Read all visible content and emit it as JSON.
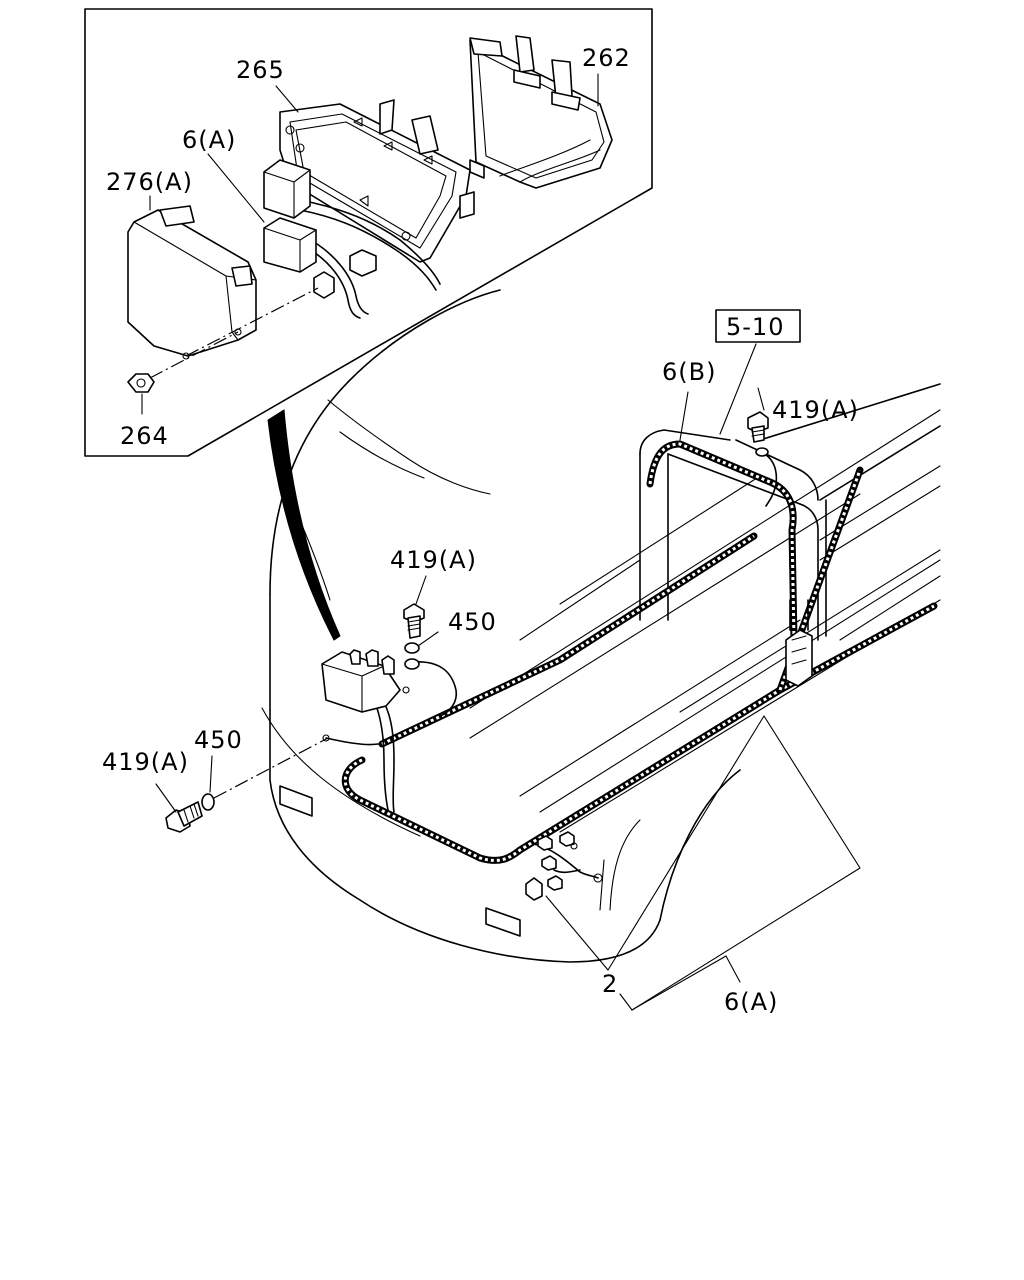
{
  "callouts": {
    "c265": "265",
    "c262": "262",
    "c6a_inset": "6(A)",
    "c276a": "276(A)",
    "c264": "264",
    "c510": "5-10",
    "c6b": "6(B)",
    "c419a_right": "419(A)",
    "c419a_mid": "419(A)",
    "c450_mid": "450",
    "c450_left": "450",
    "c419a_left": "419(A)",
    "c2": "2",
    "c6a_bottom": "6(A)"
  }
}
